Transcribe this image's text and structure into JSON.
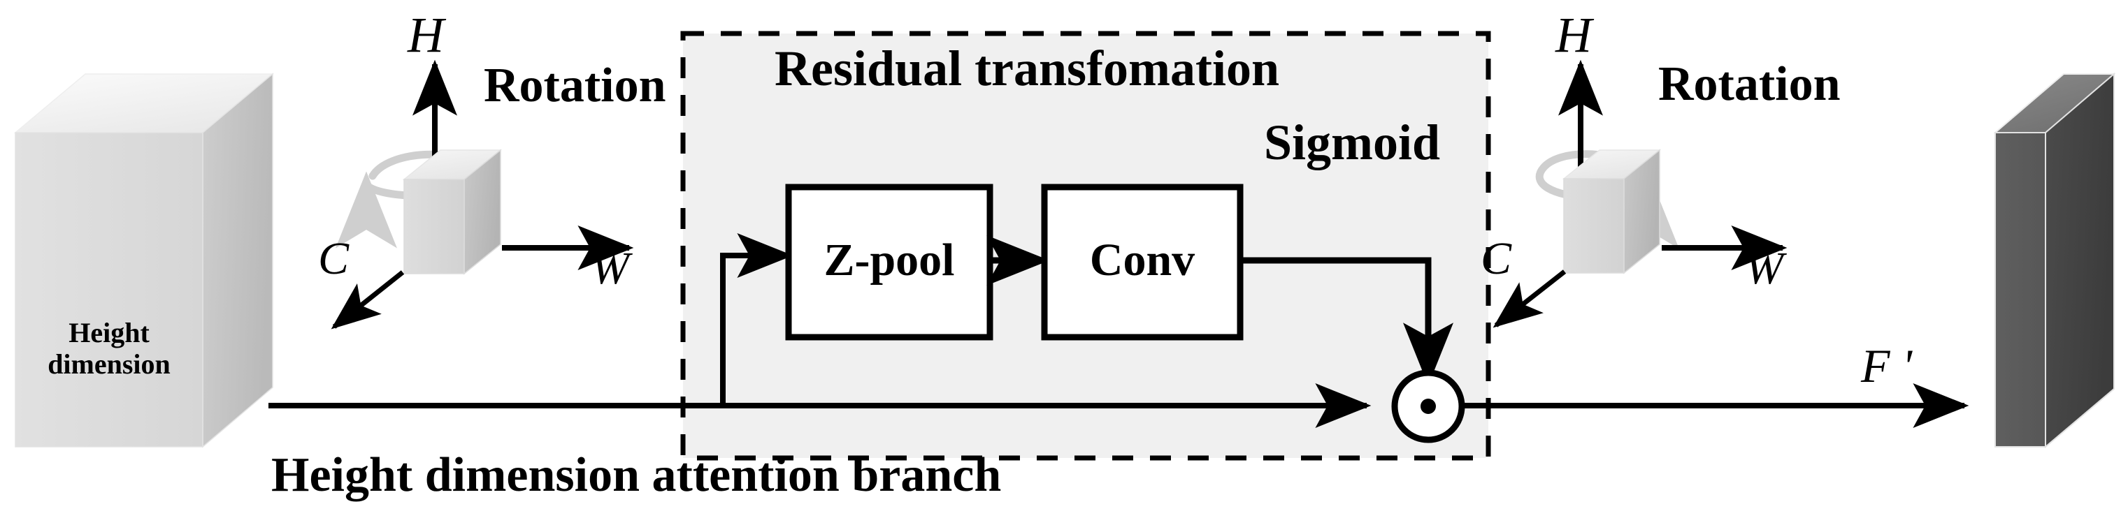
{
  "diagram": {
    "title": "Height dimension attention branch",
    "dashed_region_label": "Residual transfomation",
    "sigmoid_label": "Sigmoid",
    "rotation_left_label": "Rotation",
    "rotation_right_label": "Rotation",
    "blocks": {
      "zpool": "Z-pool",
      "conv": "Conv"
    },
    "input_tensor_label_line1": "Height",
    "input_tensor_label_line2": "dimension",
    "output_tensor_label": "F '",
    "axes_left": {
      "h": "H",
      "w": "W",
      "c": "C"
    },
    "axes_right": {
      "h": "H",
      "w": "W",
      "c": "C"
    },
    "multiply_symbol": "element-wise-multiply"
  },
  "colors": {
    "stroke": "#000000",
    "panel_fill": "#f0f0f0",
    "rotation_arc": "#cfcfcf",
    "input_cube_front": "#dcdcdc",
    "input_cube_top": "#f2f2f2",
    "input_cube_side": "#c3c3c3",
    "small_cube_front": "#d8d8d8",
    "small_cube_top": "#efefef",
    "small_cube_side": "#bdbdbd",
    "output_cube_front": "#5a5a5a",
    "output_cube_top": "#7d7d7d",
    "output_cube_side": "#434343",
    "block_fill": "#ffffff",
    "background": "#ffffff"
  }
}
